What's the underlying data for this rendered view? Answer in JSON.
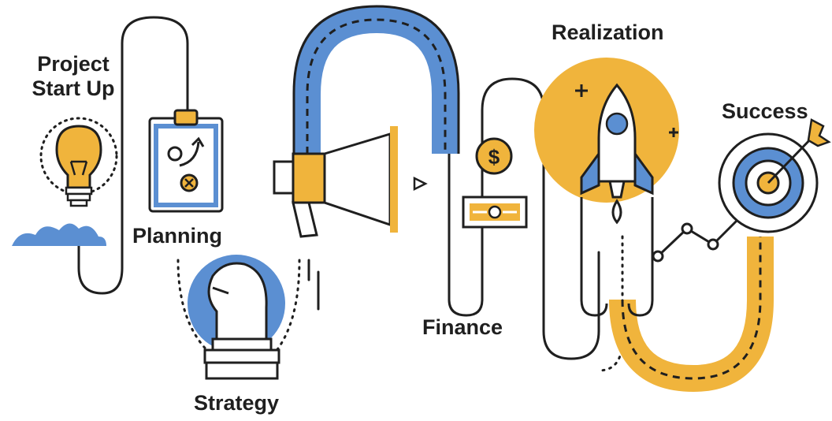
{
  "stages": {
    "project_start_up": "Project\nStart Up",
    "planning": "Planning",
    "strategy": "Strategy",
    "finance": "Finance",
    "realization": "Realization",
    "success": "Success"
  },
  "icons": {
    "currency_symbol": "$"
  },
  "colors": {
    "outline": "#1f1f1f",
    "blue": "#5b8fd2",
    "yellow": "#f0b43c",
    "background": "#ffffff"
  }
}
